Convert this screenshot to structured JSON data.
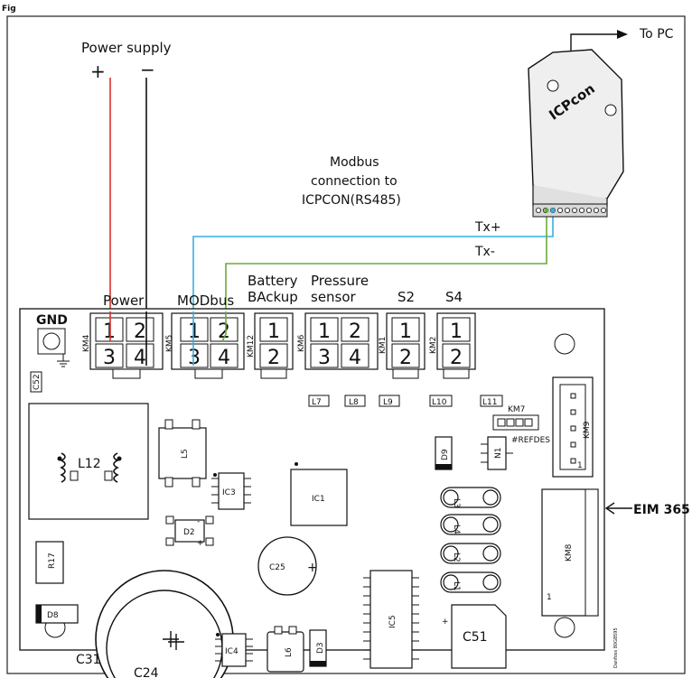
{
  "header": {
    "title": "Fig"
  },
  "labels": {
    "power_supply": "Power supply",
    "plus": "+",
    "minus": "−",
    "to_pc": "To PC",
    "modbus_note_1": "Modbus",
    "modbus_note_2": "connection to",
    "modbus_note_3": "ICPCON(RS485)",
    "tx_plus": "Tx+",
    "tx_minus": "Tx-",
    "eim": "EIM 365",
    "gnd": "GND",
    "brand": "ICPcon"
  },
  "connectors": [
    {
      "name": "Power",
      "ref": "KM4",
      "pins": [
        "1",
        "2",
        "3",
        "4"
      ]
    },
    {
      "name": "MODbus",
      "ref": "KM5",
      "pins": [
        "1",
        "2",
        "3",
        "4"
      ]
    },
    {
      "name_line1": "Battery",
      "name_line2": "BAckup",
      "ref": "KM12",
      "pins": [
        "1",
        "2"
      ]
    },
    {
      "name_line1": "Pressure",
      "name_line2": "sensor",
      "ref": "KM6",
      "pins": [
        "1",
        "2",
        "3",
        "4"
      ]
    },
    {
      "name": "S2",
      "ref": "KM1",
      "pins": [
        "1",
        "2"
      ]
    },
    {
      "name": "S4",
      "ref": "KM2",
      "pins": [
        "1",
        "2"
      ]
    }
  ],
  "components": {
    "c52": "C52",
    "l12": "L12",
    "l5": "L5",
    "ic3": "IC3",
    "ic1": "IC1",
    "d2": "D2",
    "r17": "R17",
    "d8": "D8",
    "c31": "C31",
    "c24": "C24",
    "c25": "C25",
    "ic4": "IC4",
    "l6": "L6",
    "d3": "D3",
    "ic5": "IC5",
    "c51": "C51",
    "d9": "D9",
    "n1": "N1",
    "refdes": "#REFDES",
    "km7": "KM7",
    "km9": "KM9",
    "km8": "KM8",
    "km8_pin": "1",
    "km9_pin": "1",
    "l3": "L3",
    "l4": "L4",
    "l2": "L2",
    "l1": "L1",
    "l7": "L7",
    "l8": "L8",
    "l9": "L9",
    "l10": "L10",
    "l11": "L11",
    "l13": "L3",
    "d2_plus": "+",
    "d2_minus": "-",
    "c25_plus": "+",
    "c51_plus": "+"
  },
  "footer": {
    "code": "Danfoss 80G8595"
  },
  "colors": {
    "red_wire": "#d9302a",
    "blue_wire": "#39aee0",
    "green_wire": "#6aab3c"
  }
}
